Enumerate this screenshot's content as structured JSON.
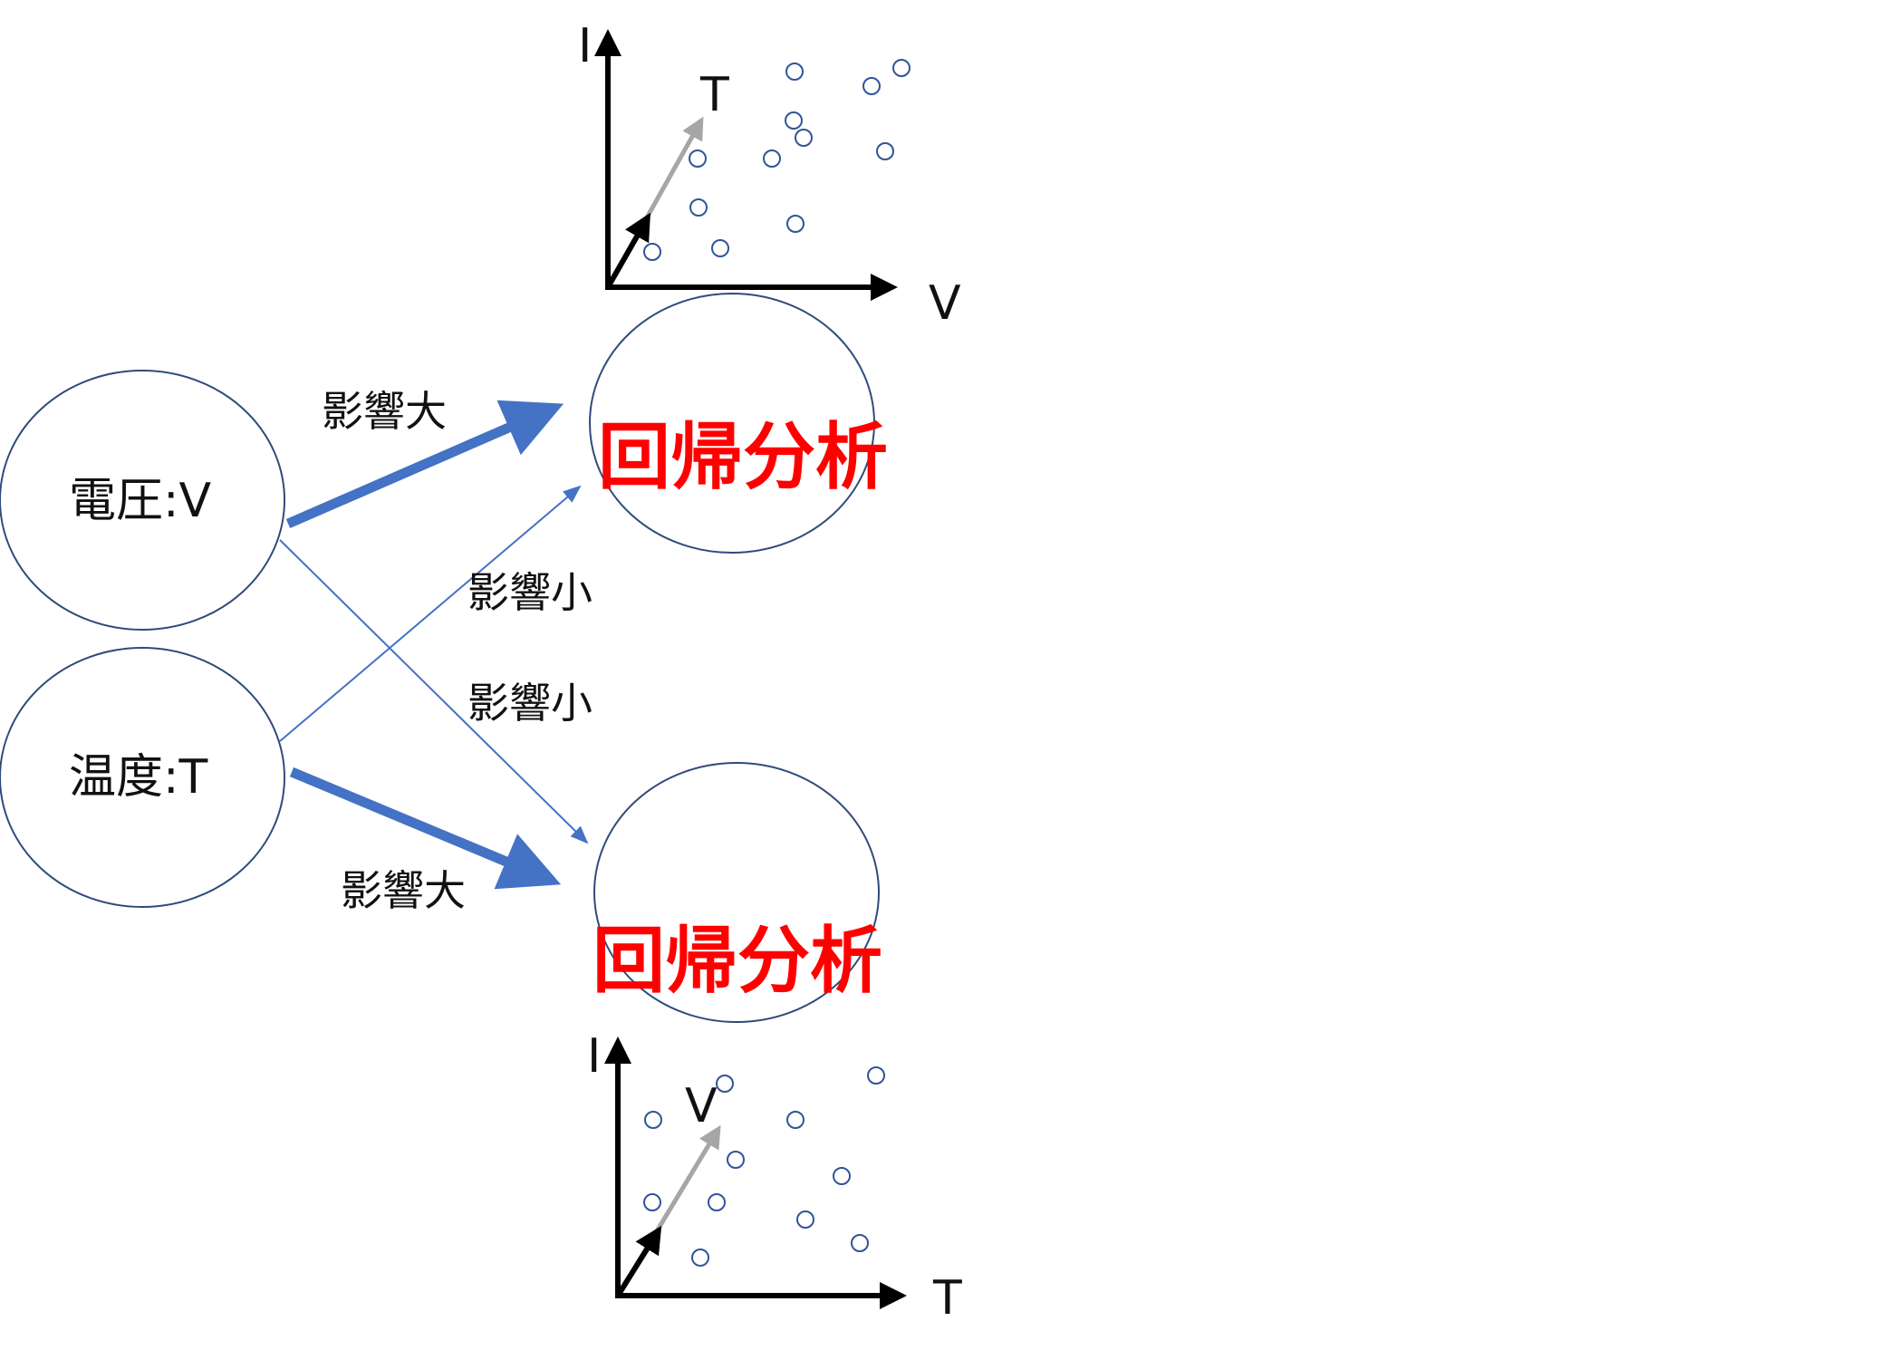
{
  "colors": {
    "node_stroke": "#2f4b7c",
    "arrow_blue": "#4472c4",
    "result_red": "#ff0000",
    "axis_black": "#000000",
    "vector_gray": "#a6a6a6",
    "marker_stroke": "#2f5597"
  },
  "nodes": {
    "voltage": "電圧:V",
    "temperature": "温度:T"
  },
  "edges": {
    "voltage_to_top": "影響大",
    "temperature_to_top": "影響小",
    "voltage_to_bottom": "影響小",
    "temperature_to_bottom": "影響大"
  },
  "results": {
    "top": "回帰分析",
    "bottom": "回帰分析"
  },
  "plots": {
    "top": {
      "y_label": "I",
      "x_label": "V",
      "vector_label": "T"
    },
    "bottom": {
      "y_label": "I",
      "x_label": "T",
      "vector_label": "V"
    }
  }
}
